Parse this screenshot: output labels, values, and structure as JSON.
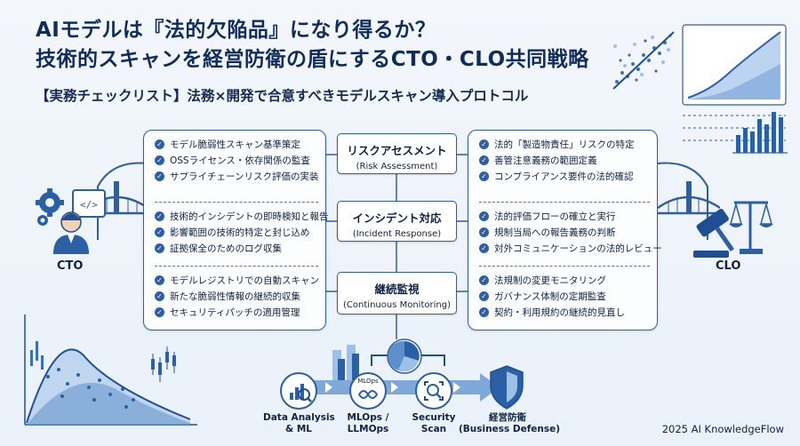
{
  "header": {
    "title_line1": "AIモデルは『法的欠陥品』になり得るか？",
    "title_line2": "技術的スキャンを経営防衛の盾にするCTO・CLO共同戦略",
    "subtitle": "【実務チェックリスト】法務×開発で合意すべきモデルスキャン導入プロトコル"
  },
  "roles": {
    "cto": "CTO",
    "clo": "CLO"
  },
  "center_steps": [
    {
      "jp": "リスクアセスメント",
      "en": "(Risk Assessment)"
    },
    {
      "jp": "インシデント対応",
      "en": "(Incident Response)"
    },
    {
      "jp": "継続監視",
      "en": "(Continuous Monitoring)"
    }
  ],
  "cto_panel": [
    [
      "モデル脆弱性スキャン基準策定",
      "OSSライセンス・依存関係の監査",
      "サプライチェーンリスク評価の実装"
    ],
    [
      "技術的インシデントの即時検知と報告",
      "影響範囲の技術的特定と封じ込め",
      "証拠保全のためのログ収集"
    ],
    [
      "モデルレジストリでの自動スキャン",
      "新たな脆弱性情報の継続的収集",
      "セキュリティパッチの適用管理"
    ]
  ],
  "clo_panel": [
    [
      "法的「製造物責任」リスクの特定",
      "善管注意義務の範囲定義",
      "コンプライアンス要件の法的確認"
    ],
    [
      "法的評価フローの確立と実行",
      "規制当局への報告義務の判断",
      "対外コミュニケーションの法的レビュー"
    ],
    [
      "法規制の変更モニタリング",
      "ガバナンス体制の定期監査",
      "契約・利用規約の継続的見直し"
    ]
  ],
  "flow": [
    {
      "line1": "Data Analysis",
      "line2": "& ML"
    },
    {
      "line1": "MLOps /",
      "line2": "LLMOps"
    },
    {
      "line1": "Security",
      "line2": "Scan"
    },
    {
      "line1": "経営防衛",
      "line2": "(Business Defense)"
    }
  ],
  "mlops_badge": "MLOps",
  "footer": "2025 AI KnowledgeFlow",
  "colors": {
    "primary": "#2b5fa6",
    "dark": "#0f2d5c",
    "light": "#9cc0e6"
  }
}
